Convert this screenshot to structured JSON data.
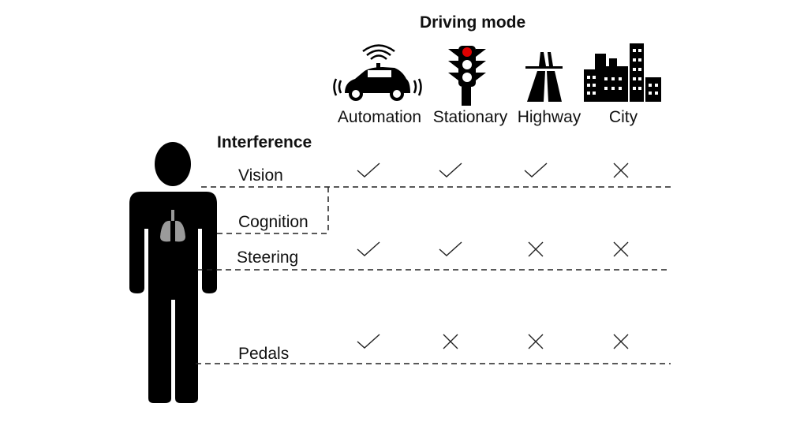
{
  "title": "Driving mode",
  "interference_title": "Interference",
  "modes": [
    {
      "label": "Automation",
      "icon": "autonomous-car-icon"
    },
    {
      "label": "Stationary",
      "icon": "traffic-light-icon"
    },
    {
      "label": "Highway",
      "icon": "highway-icon"
    },
    {
      "label": "City",
      "icon": "city-icon"
    }
  ],
  "rows": [
    {
      "label": "Vision",
      "marks": [
        "check",
        "check",
        "check",
        "cross"
      ]
    },
    {
      "label": "Cognition",
      "marks": []
    },
    {
      "label": "Steering",
      "marks": [
        "check",
        "check",
        "cross",
        "cross"
      ]
    },
    {
      "label": "Pedals",
      "marks": [
        "check",
        "cross",
        "cross",
        "cross"
      ]
    }
  ],
  "colors": {
    "ink": "#000000",
    "light_red": "#e00000",
    "lungs": "#9a9a9a"
  }
}
